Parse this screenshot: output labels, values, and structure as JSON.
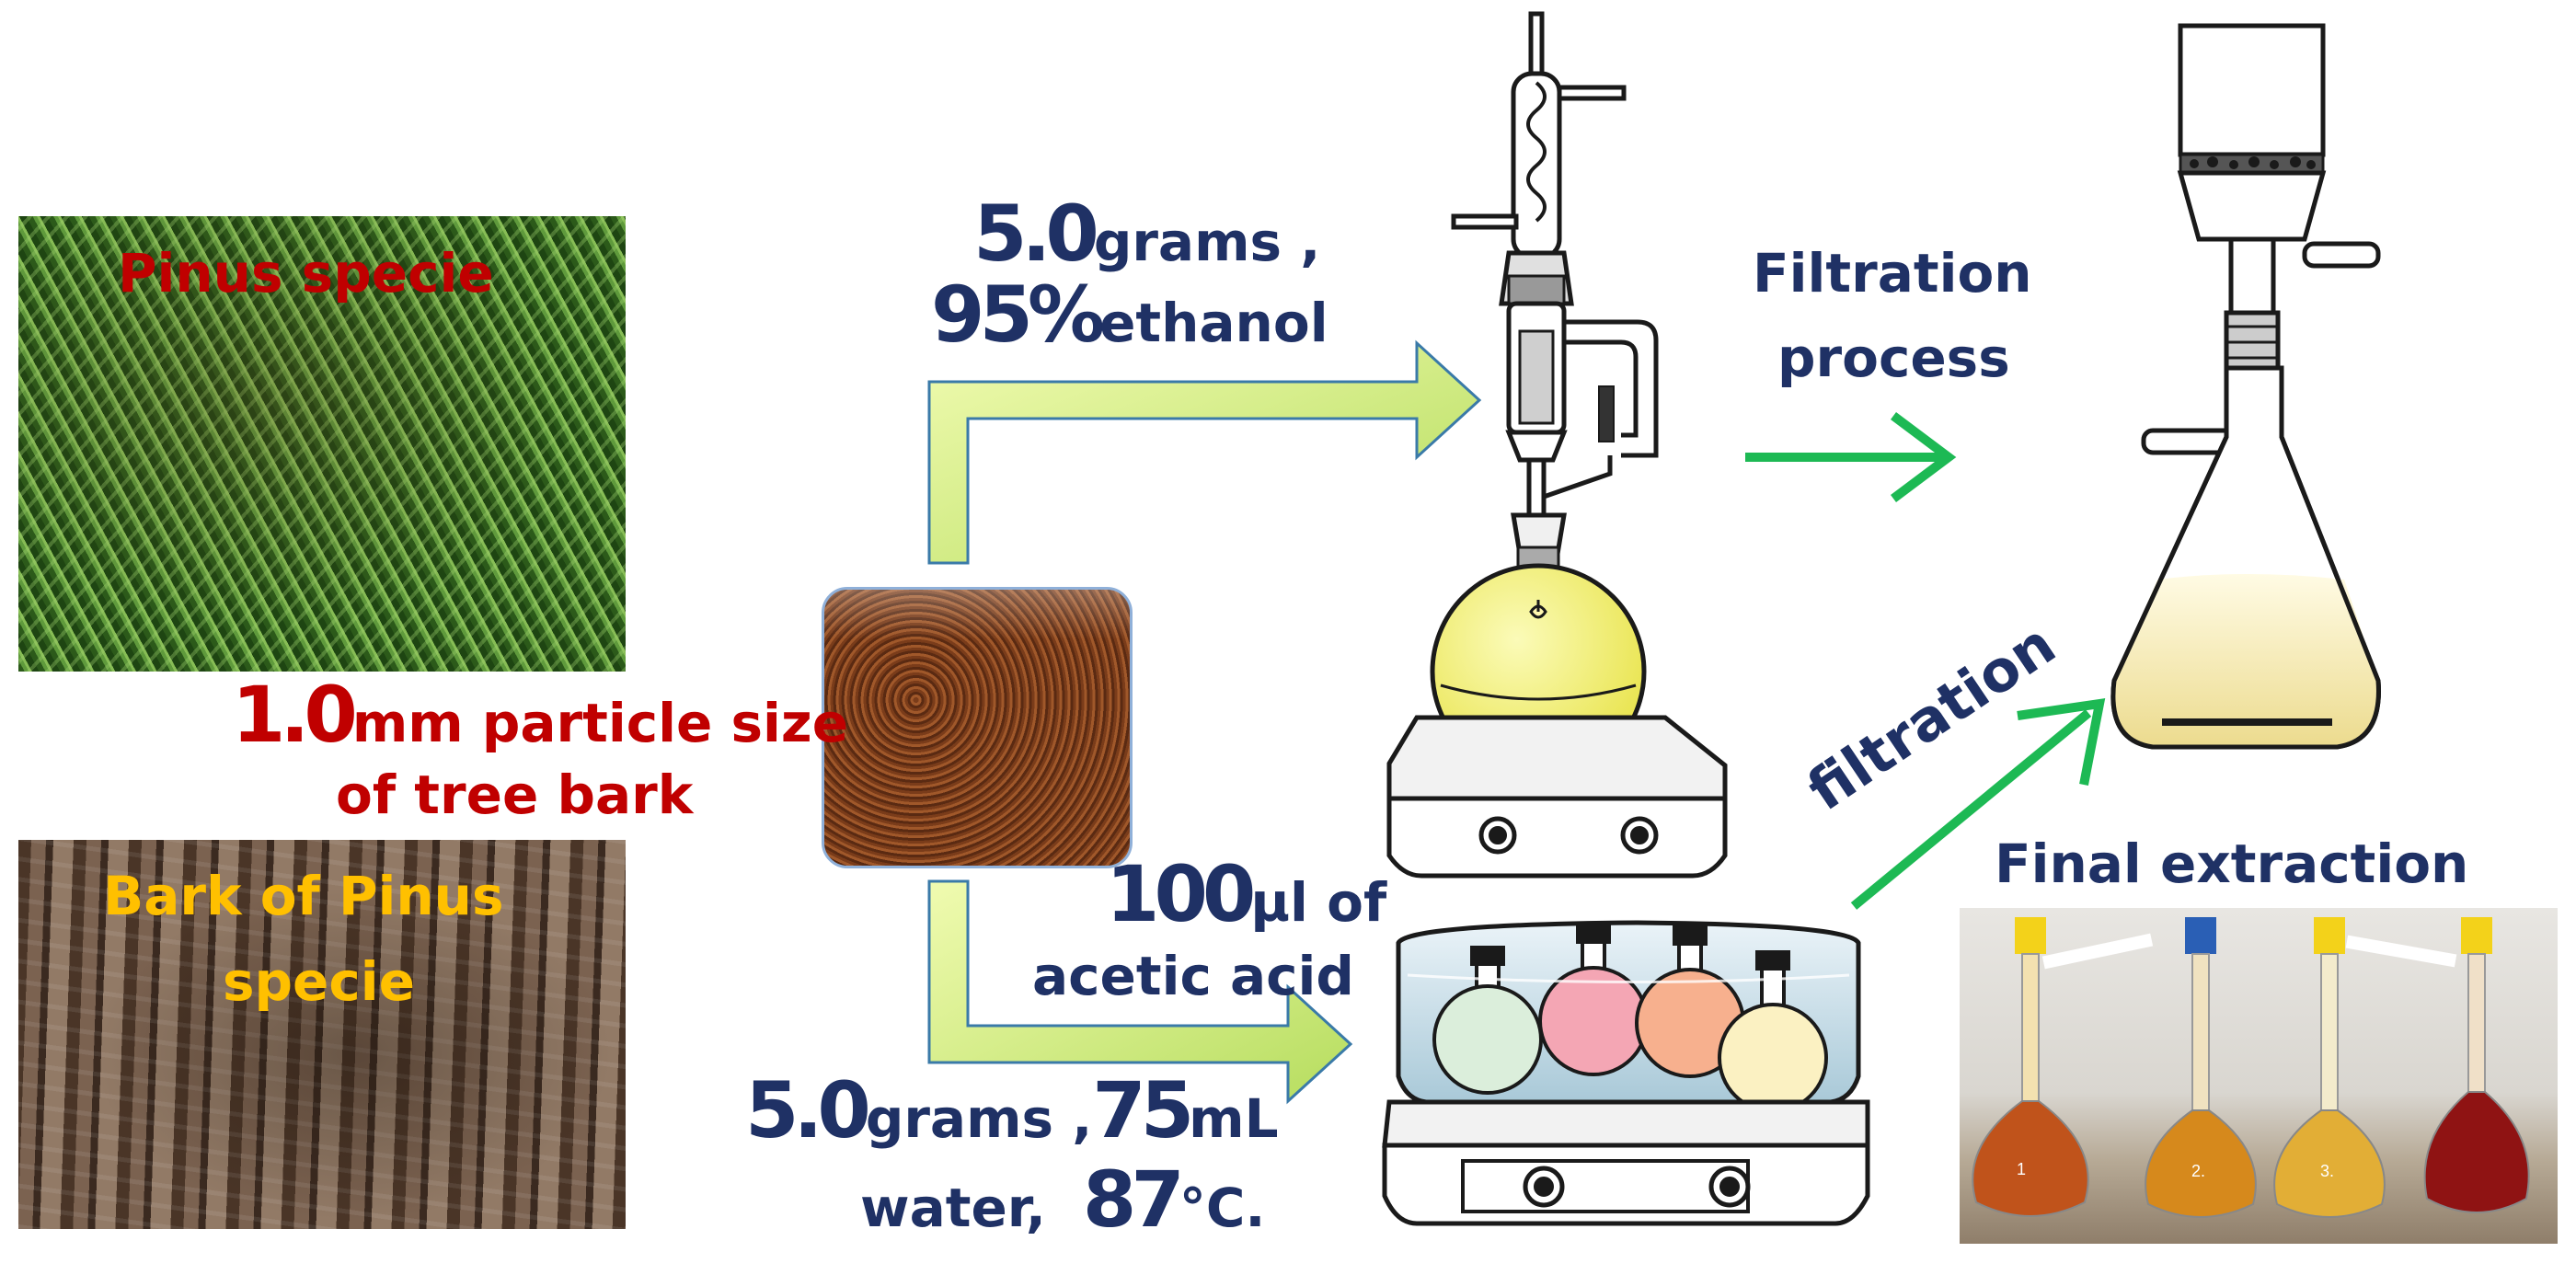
{
  "labels": {
    "pinus_specie": "Pinus specie",
    "bark_of": "Bark of Pinus",
    "specie": "specie",
    "particle_num": "1.0",
    "particle_text": "mm  particle size",
    "of_tree_bark": "of tree bark",
    "top_grams_num": "5.0",
    "top_grams_text": "grams  ,",
    "top_ethanol_num": "95%",
    "top_ethanol_text": "ethanol",
    "filtration_process_1": "Filtration",
    "filtration_process_2": "process",
    "filtration": "filtration",
    "acid_num": "100",
    "acid_unit": "µl  of",
    "acid_text": "acetic acid",
    "bottom_grams_num": "5.0",
    "bottom_grams_text": "grams  ,",
    "bottom_ml_num": "75",
    "bottom_ml_text": "mL",
    "bottom_water": "water,",
    "bottom_temp_num": "87",
    "bottom_temp_text": "°C.",
    "final_extraction": "Final extraction"
  },
  "flask_labels": [
    "1",
    "2.",
    "3."
  ],
  "colors": {
    "navy_text": "#1f3165",
    "red_text": "#c00000",
    "gold_text": "#ffc000",
    "arrow_fill": "#c5e873",
    "green_arrow": "#1db954",
    "yellow_liquid": "#f5f07a"
  },
  "icons": [
    "soxhlet-extractor-icon",
    "hot-plate-icon",
    "water-bath-icon",
    "buchner-filter-flask-icon"
  ]
}
